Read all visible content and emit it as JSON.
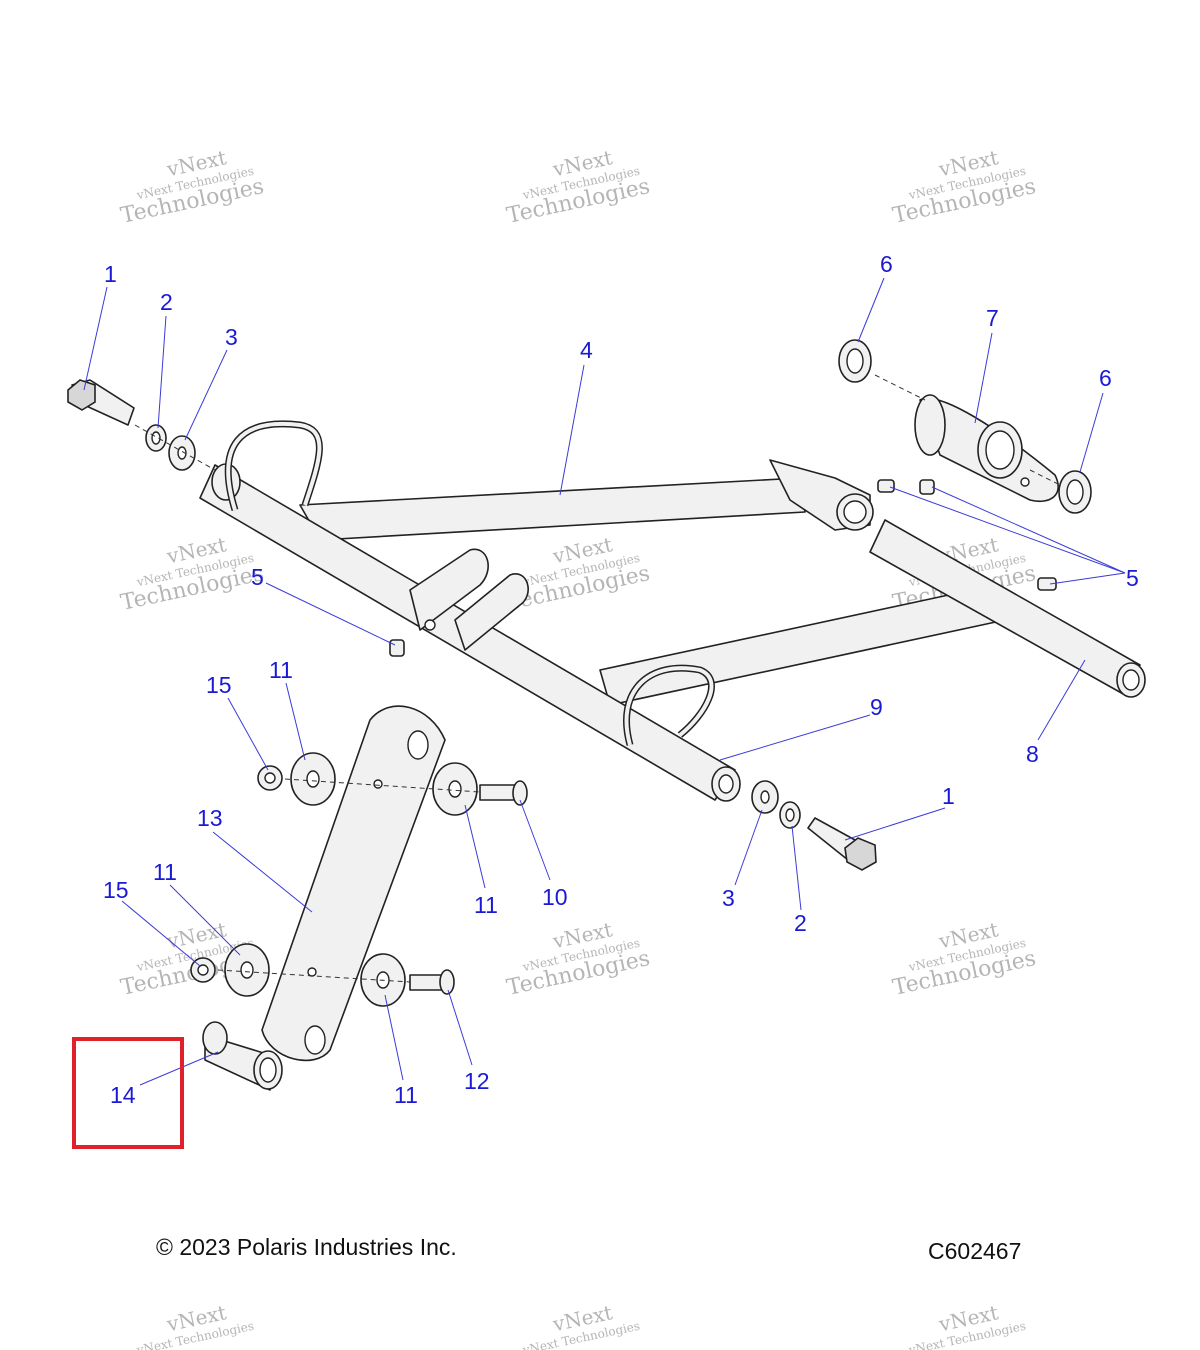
{
  "callouts": [
    "1",
    "2",
    "3",
    "4",
    "5",
    "6",
    "7",
    "8",
    "9",
    "10",
    "11",
    "12",
    "13",
    "14",
    "15"
  ],
  "watermark": {
    "line1": "vNext",
    "line2": "vNext Technologies",
    "line3": "Technologies"
  },
  "highlight": {
    "target_callout": "14",
    "color": "#e0202a"
  },
  "footer": {
    "copyright": "© 2023 Polaris Industries Inc.",
    "diagram_code": "C602467"
  },
  "colors": {
    "callout_text": "#1a1ad6",
    "leader_line": "#3b3bd9"
  }
}
